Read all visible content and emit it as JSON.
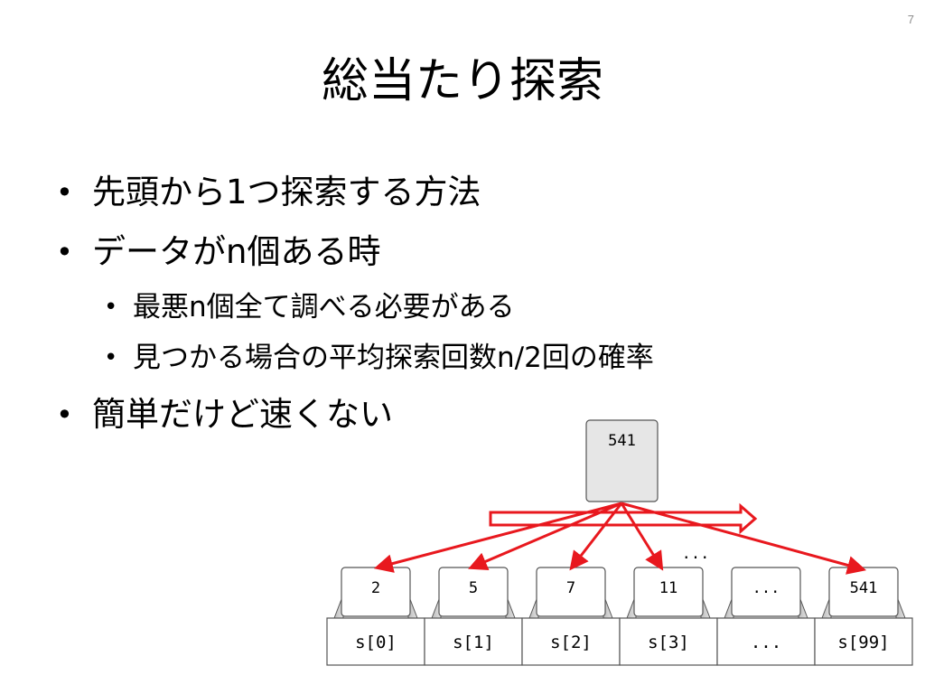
{
  "slide": {
    "page_number": "7",
    "title": "総当たり探索"
  },
  "bullets": [
    {
      "level": 1,
      "text": "先頭から1つ探索する方法"
    },
    {
      "level": 1,
      "text": "データがn個ある時"
    },
    {
      "level": 2,
      "text": "最悪n個全て調べる必要がある"
    },
    {
      "level": 2,
      "text": "見つかる場合の平均探索回数n/2回の確率"
    },
    {
      "level": 1,
      "text": "簡単だけど速くない"
    }
  ],
  "bullet_symbol": "•",
  "diagram": {
    "search_value": "541",
    "ellipsis_above": "...",
    "cells": [
      {
        "value": "2",
        "label": "s[0]"
      },
      {
        "value": "5",
        "label": "s[1]"
      },
      {
        "value": "7",
        "label": "s[2]"
      },
      {
        "value": "11",
        "label": "s[3]"
      },
      {
        "value": "...",
        "label": "..."
      },
      {
        "value": "541",
        "label": "s[99]"
      }
    ],
    "colors": {
      "arrow": "#e8181e",
      "card_fill": "#ffffff",
      "key_fill": "#e6e6e6",
      "border": "#555555"
    }
  }
}
